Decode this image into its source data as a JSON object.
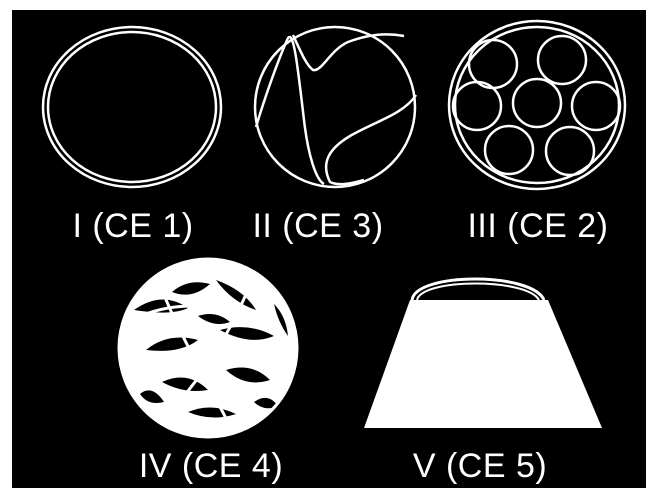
{
  "colors": {
    "background": "#000000",
    "foreground": "#ffffff"
  },
  "panels": [
    {
      "label": "I (CE 1)",
      "shape": "double-ring-cyst"
    },
    {
      "label": "II (CE 3)",
      "shape": "cyst-with-detached-membrane"
    },
    {
      "label": "III (CE 2)",
      "shape": "multivesicular-cyst"
    },
    {
      "label": "IV (CE 4)",
      "shape": "heterogeneous-solid-cyst"
    },
    {
      "label": "V (CE 5)",
      "shape": "calcified-cyst-with-acoustic-shadow"
    }
  ]
}
